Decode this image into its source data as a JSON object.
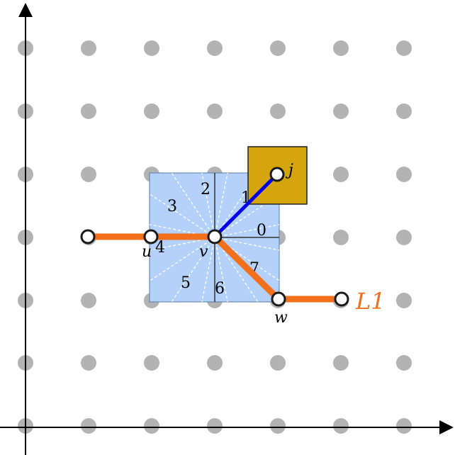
{
  "colors": {
    "grid_dot": "#b3b3b3",
    "axis": "#000000",
    "region_fill": "#b3d1f9",
    "divider": "#ffffff",
    "path": "#f26f1b",
    "segment": "#0000ee",
    "target_square": "#d4a50c",
    "node_fill": "#ffffff",
    "node_stroke": "#1a1a1a",
    "label_path": "#f26f1b"
  },
  "sectors": [
    "0",
    "1",
    "2",
    "3",
    "4",
    "5",
    "6",
    "7"
  ],
  "nodes": {
    "u": "u",
    "v": "v",
    "w": "w",
    "j": "j"
  },
  "path_label": "L1"
}
